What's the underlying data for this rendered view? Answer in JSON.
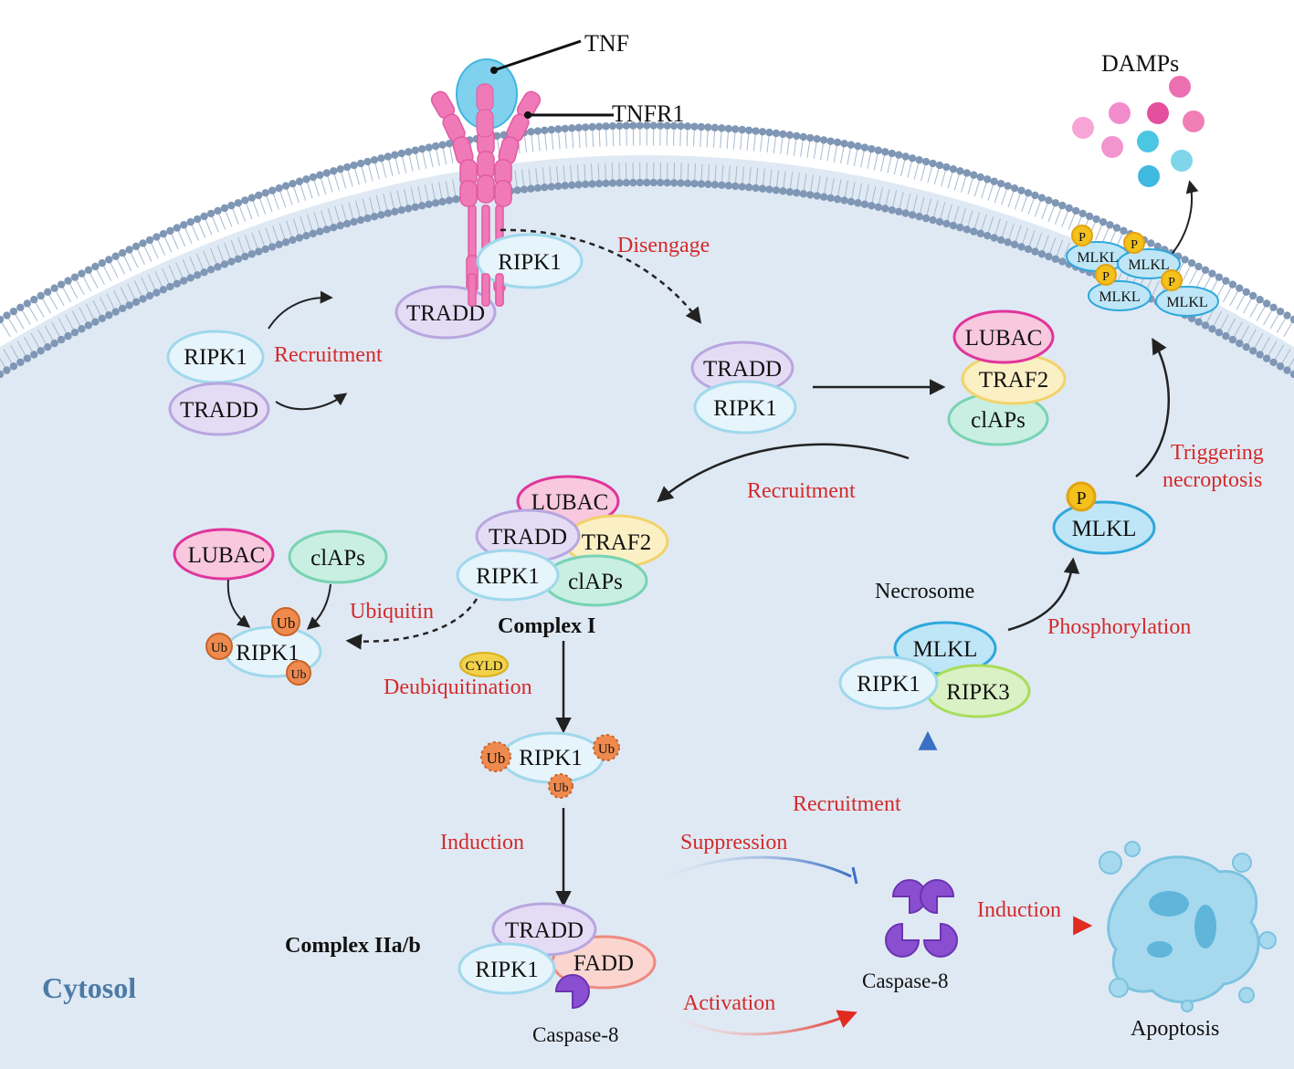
{
  "labels": {
    "tnf": "TNF",
    "tnfr1": "TNFR1",
    "damps": "DAMPs",
    "disengage": "Disengage",
    "recruitment_1": "Recruitment",
    "recruitment_2": "Recruitment",
    "recruitment_3": "Recruitment",
    "triggering_necroptosis_1": "Triggering",
    "triggering_necroptosis_2": "necroptosis",
    "phosphorylation": "Phosphorylation",
    "necrosome": "Necrosome",
    "ubiquitin": "Ubiquitin",
    "deubiquitination": "Deubiquitination",
    "complex_i": "Complex I",
    "induction_1": "Induction",
    "induction_2": "Induction",
    "suppression": "Suppression",
    "activation": "Activation",
    "complex_ii": "Complex IIa/b",
    "caspase8_a": "Caspase-8",
    "caspase8_b": "Caspase-8",
    "apoptosis": "Apoptosis",
    "cytosol": "Cytosol"
  },
  "molecules": {
    "ripk1": "RIPK1",
    "tradd": "TRADD",
    "lubac": "LUBAC",
    "traf2": "TRAF2",
    "ciaps": "clAPs",
    "mlkl": "MLKL",
    "ripk3": "RIPK3",
    "fadd": "FADD",
    "cyld": "CYLD",
    "ub": "Ub",
    "p": "P"
  },
  "colors": {
    "cytosol": "#dfe9f4",
    "membrane_head": "#7f97b5",
    "red_text": "#d42a2a",
    "blue_arrow": "#3a6fc4",
    "ripk1_fill": "#e6f4fb",
    "ripk1_stroke": "#9fd8ec",
    "tradd_fill": "#e4dcf4",
    "tradd_stroke": "#b8a6e0",
    "lubac_fill": "#f7c8de",
    "lubac_stroke": "#e0359b",
    "traf2_fill": "#fbefc4",
    "traf2_stroke": "#f1d36a",
    "ciaps_fill": "#c9efe2",
    "ciaps_stroke": "#78d3b3",
    "mlkl_fill": "#bfe6f6",
    "mlkl_stroke": "#2ea8dc",
    "ripk3_fill": "#d9f1c4",
    "ripk3_stroke": "#a7dd5b",
    "fadd_fill": "#fbd6d1",
    "fadd_stroke": "#ee8a80",
    "caspase": "#8a4fd0",
    "ub": "#ee8a4e",
    "receptor": "#f07ab8"
  }
}
